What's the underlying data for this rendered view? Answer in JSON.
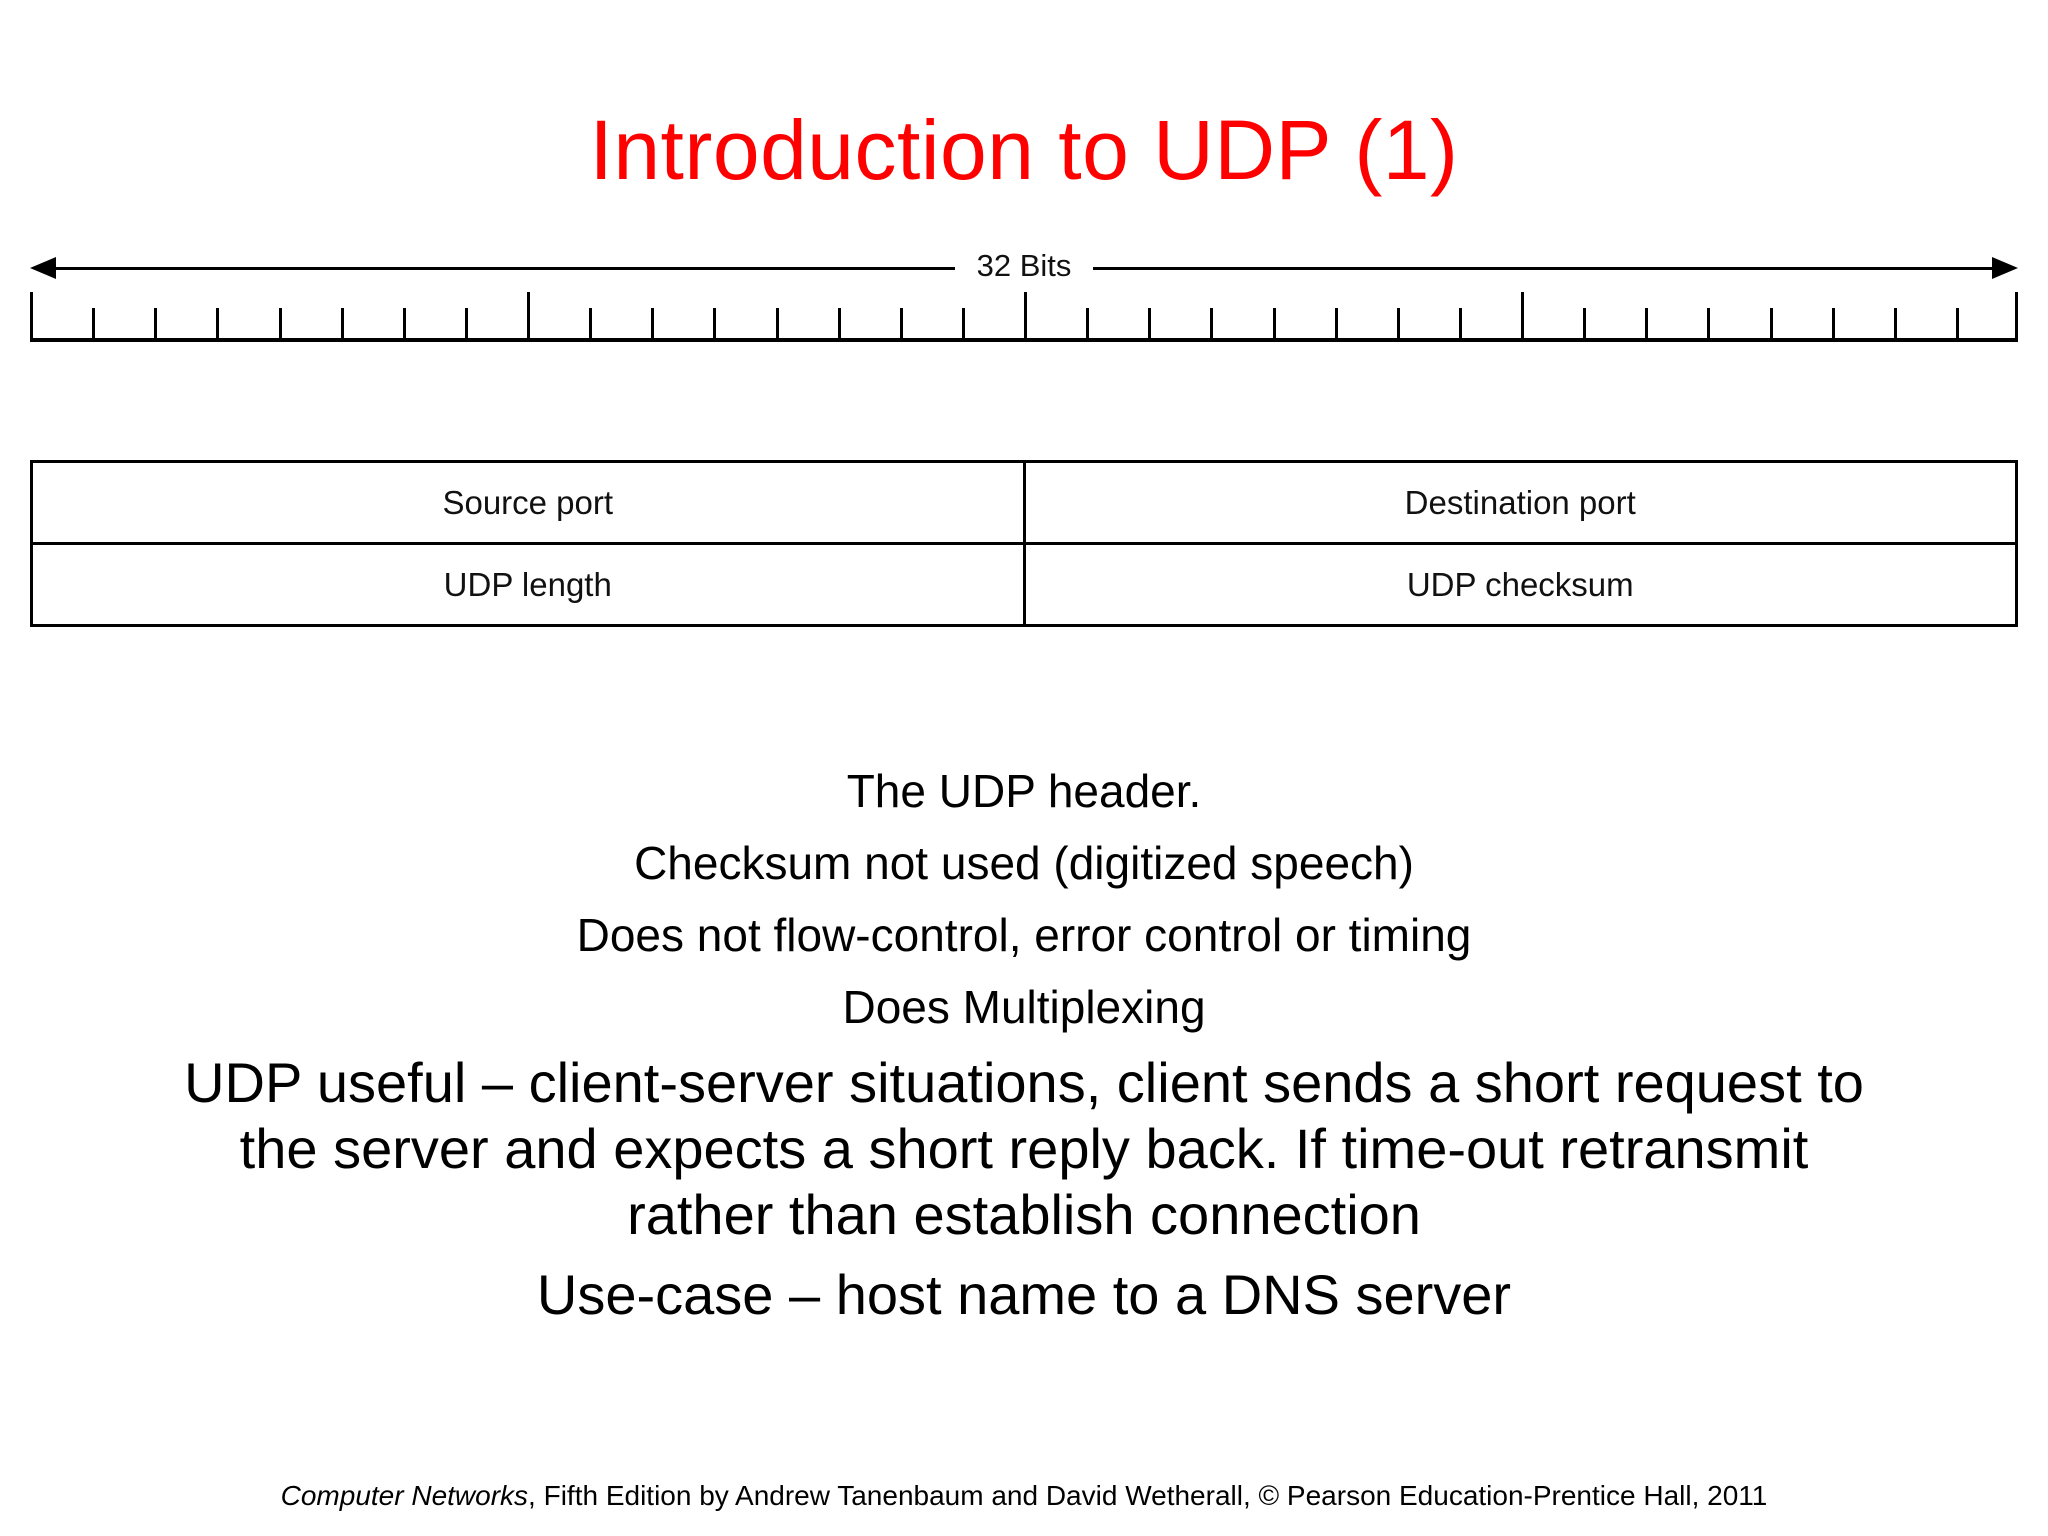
{
  "slide": {
    "title": "Introduction to UDP (1)",
    "title_color": "#FF0000",
    "background_color": "#FFFFFF"
  },
  "diagram": {
    "name": "udp-header-format",
    "width_label": "32 Bits",
    "bit_count": 32,
    "major_tick_positions": [
      0,
      8,
      16,
      24,
      32
    ],
    "rows": [
      {
        "left": "Source port",
        "right": "Destination port"
      },
      {
        "left": "UDP length",
        "right": "UDP checksum"
      }
    ],
    "cells": {
      "source_port": "Source port",
      "destination_port": "Destination port",
      "udp_length": "UDP length",
      "udp_checksum": "UDP checksum"
    }
  },
  "body": {
    "lines": [
      "The UDP header.",
      "Checksum not used (digitized speech)",
      "Does not flow-control, error control or timing",
      "Does Multiplexing"
    ],
    "paragraph": "UDP useful – client-server situations, client sends a short request to the server and expects a short reply back. If time-out retransmit rather than establish connection",
    "last_line": "Use-case – host name to a DNS server"
  },
  "footer": {
    "book_title": "Computer Networks",
    "rest": ", Fifth Edition by Andrew Tanenbaum and David Wetherall, © Pearson Education-Prentice Hall, 2011"
  }
}
